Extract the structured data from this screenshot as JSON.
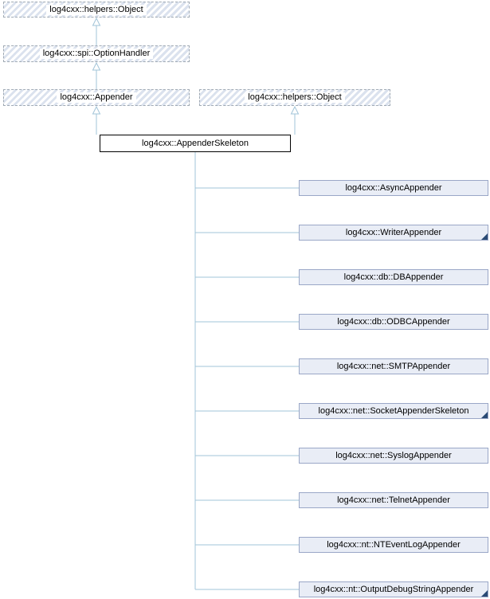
{
  "diagram": {
    "base_chain": [
      {
        "label": "log4cxx::helpers::Object"
      },
      {
        "label": "log4cxx::spi::OptionHandler"
      },
      {
        "label": "log4cxx::Appender"
      }
    ],
    "secondary_base": {
      "label": "log4cxx::helpers::Object"
    },
    "main_class": {
      "label": "log4cxx::AppenderSkeleton"
    },
    "derived": [
      {
        "label": "log4cxx::AsyncAppender",
        "has_children": false
      },
      {
        "label": "log4cxx::WriterAppender",
        "has_children": true
      },
      {
        "label": "log4cxx::db::DBAppender",
        "has_children": false
      },
      {
        "label": "log4cxx::db::ODBCAppender",
        "has_children": false
      },
      {
        "label": "log4cxx::net::SMTPAppender",
        "has_children": false
      },
      {
        "label": "log4cxx::net::SocketAppenderSkeleton",
        "has_children": true
      },
      {
        "label": "log4cxx::net::SyslogAppender",
        "has_children": false
      },
      {
        "label": "log4cxx::net::TelnetAppender",
        "has_children": false
      },
      {
        "label": "log4cxx::nt::NTEventLogAppender",
        "has_children": false
      },
      {
        "label": "log4cxx::nt::OutputDebugStringAppender",
        "has_children": true
      }
    ],
    "colors": {
      "connector": "#a2c4d8",
      "node_fill": "#e9edf6",
      "node_border": "#9aa7c7",
      "node_text": "#000000",
      "hatch_stripe": "#dbe2ee",
      "dashed_border": "#a0aab4",
      "fold": "#2a4a74"
    }
  }
}
